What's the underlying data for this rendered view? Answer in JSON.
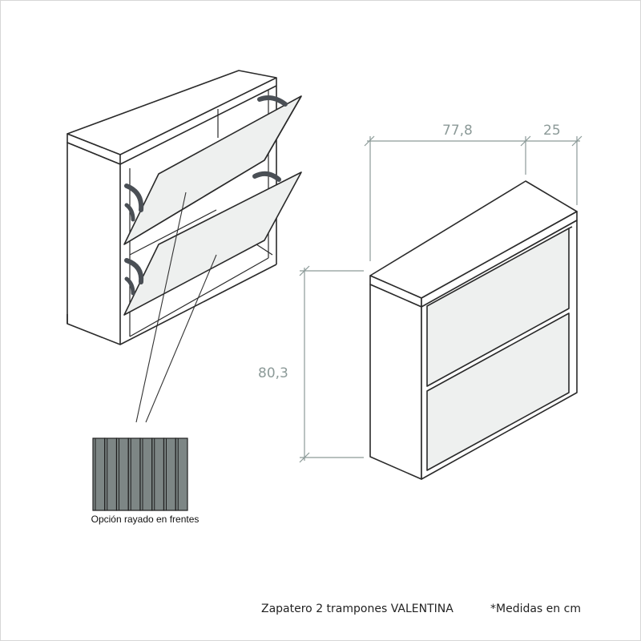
{
  "dimensions": {
    "width": "77,8",
    "depth": "25",
    "height": "80,3"
  },
  "swatch": {
    "caption": "Opción rayado en frentes",
    "stripe_count": 8,
    "stripe_color": "#7d8685",
    "line_color": "#1f1f1f"
  },
  "footer": {
    "title": "Zapatero 2 trampones VALENTINA",
    "note": "*Medidas en cm"
  },
  "colors": {
    "outline": "#2a2a2a",
    "panel_fill": "#eef0ef",
    "dimension_line": "#8c9a98",
    "hinge": "#4a4f55"
  }
}
